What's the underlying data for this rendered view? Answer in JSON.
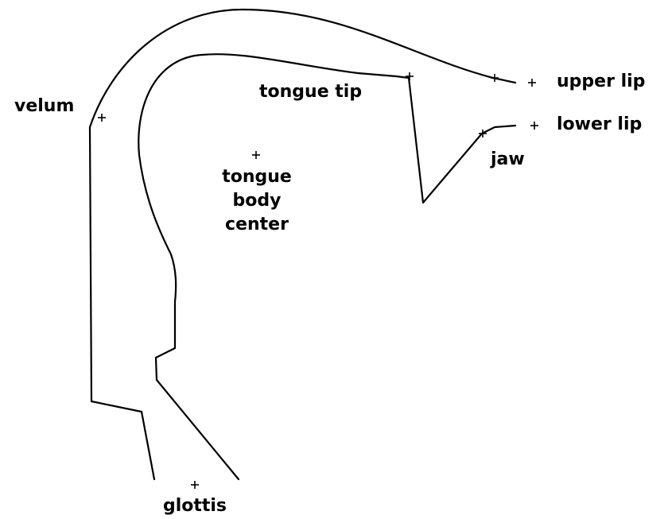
{
  "labels": {
    "velum": "velum",
    "tongue_tip": "tongue tip",
    "upper_lip": "upper lip",
    "lower_lip": "lower lip",
    "jaw": "jaw",
    "tongue_body_center_1": "tongue",
    "tongue_body_center_2": "body",
    "tongue_body_center_3": "center",
    "glottis": "glottis"
  },
  "colors": {
    "line": "#000000",
    "background": "#ffffff"
  }
}
